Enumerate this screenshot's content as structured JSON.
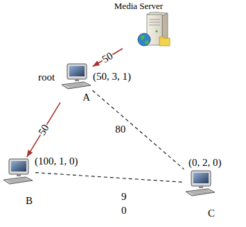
{
  "diagram": {
    "nodes": [
      {
        "text": [
          "Media Server"
        ]
      },
      {
        "text": [
          "A"
        ]
      },
      {
        "text": [
          "B"
        ]
      },
      {
        "text": [
          "C"
        ]
      }
    ],
    "edges": [
      {
        "from": 0,
        "to": 1,
        "arrow": "to",
        "label": "50"
      },
      {
        "from": 1,
        "to": 2,
        "arrow": "to",
        "label": "50"
      },
      {
        "from": 1,
        "to": 3,
        "arrow": "none",
        "label": "80"
      },
      {
        "from": 2,
        "to": 3,
        "arrow": "none",
        "label": "9 0"
      }
    ],
    "labels": [
      "root",
      "(50, 3, 1)",
      "(100, 1, 0)",
      "(0, 2, 0)"
    ]
  }
}
